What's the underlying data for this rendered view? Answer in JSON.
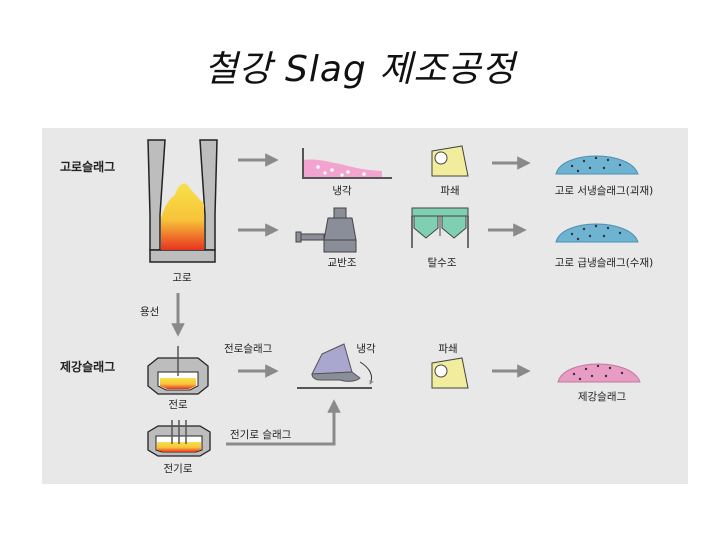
{
  "title": "철강 Slag 제조공정",
  "sections": {
    "blast_furnace_slag": "고로슬래그",
    "steel_slag": "제강슬래그"
  },
  "nodes": {
    "blast_furnace": "고로",
    "cooling_top": "냉각",
    "crushing_top": "파쇄",
    "air_cooled_slag": "고로 서냉슬래그(괴재)",
    "stirring_tank": "교반조",
    "dewatering_tank": "탈수조",
    "granulated_slag": "고로 급냉슬래그(수재)",
    "molten_iron": "용선",
    "converter": "전로",
    "converter_slag": "전로슬래그",
    "cooling_bottom": "냉각",
    "crushing_bottom": "파쇄",
    "steel_slag_product": "제강슬래그",
    "electric_furnace": "전기로",
    "electric_furnace_slag": "전기로 슬래그"
  },
  "colors": {
    "panel": "#e8e8e8",
    "arrow": "#8a8a8a",
    "furnace_wall": "#bdbdbd",
    "furnace_outline": "#222222",
    "molten_yellow": "#f7e14a",
    "molten_red": "#e8331f",
    "cooling_pink": "#f2a3cf",
    "crusher_yellow": "#f1ed9c",
    "pile_blue": "#6fb3d2",
    "pile_pink": "#e89cc3",
    "machine_gray": "#8a8e98",
    "tank_teal": "#7fd0b2",
    "purple": "#a9a6cf"
  }
}
